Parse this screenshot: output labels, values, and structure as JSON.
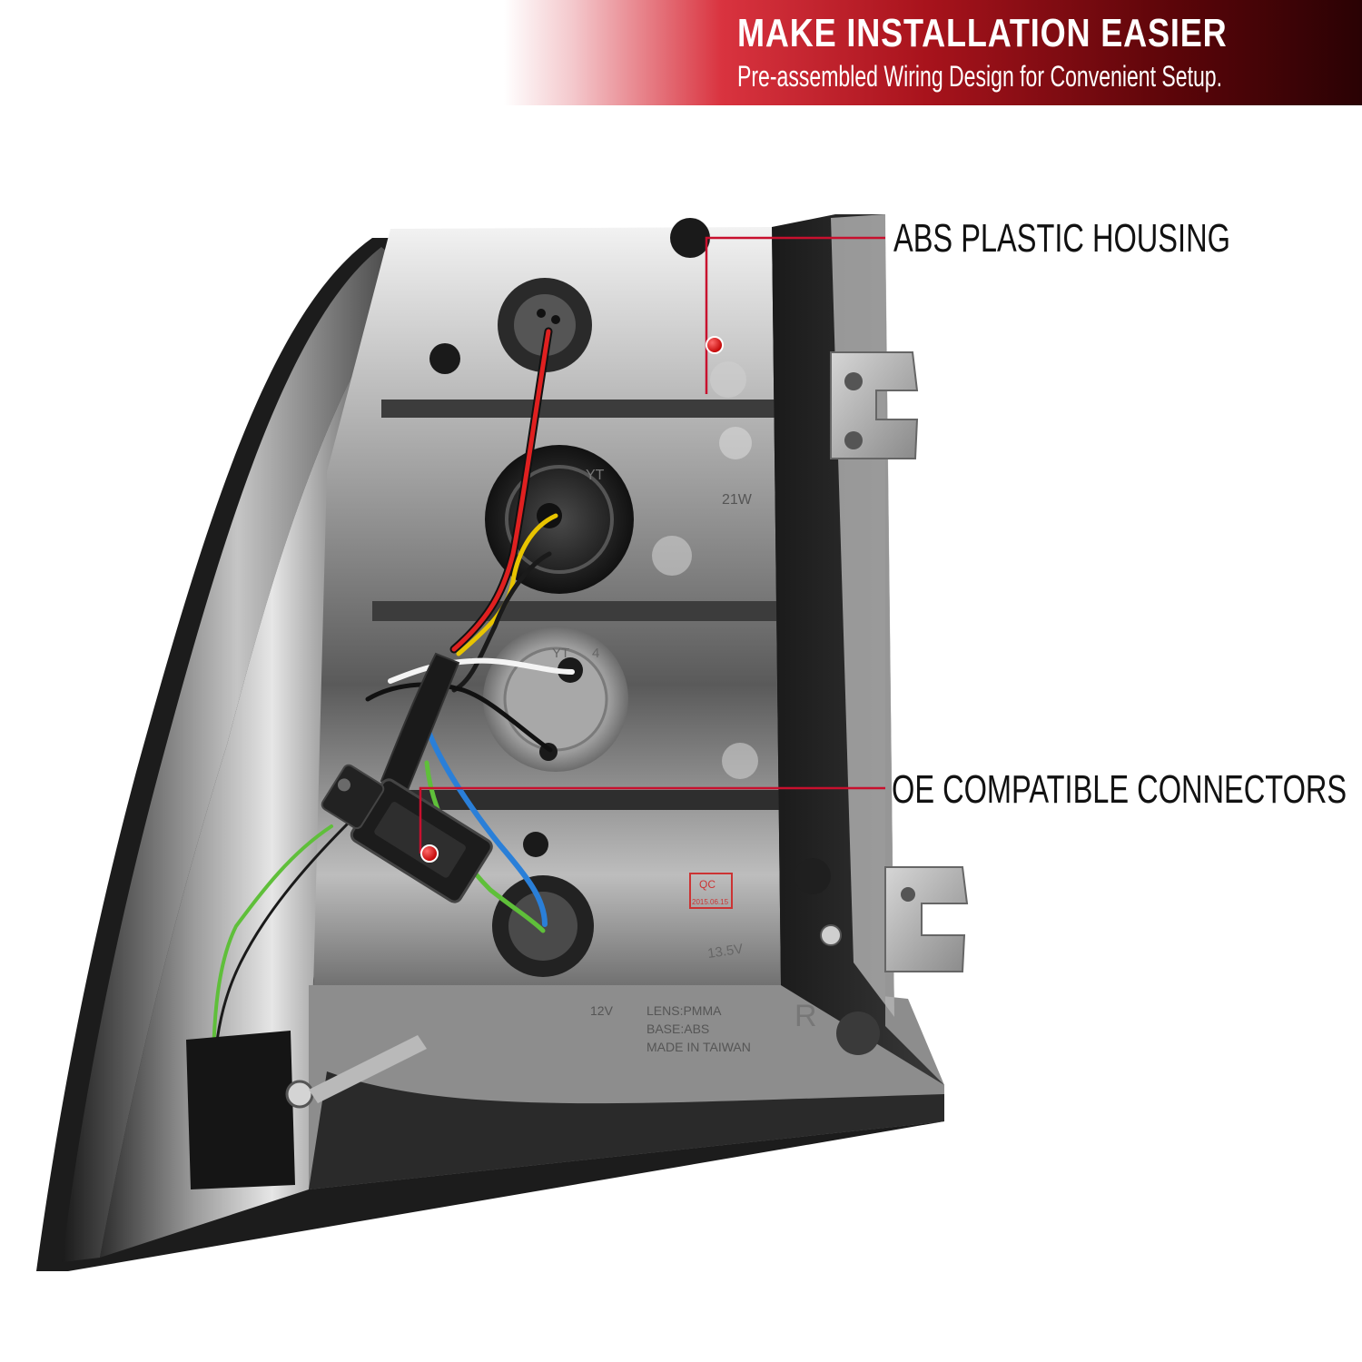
{
  "banner": {
    "title": "MAKE INSTALLATION EASIER",
    "subtitle": "Pre-assembled Wiring Design for Convenient Setup."
  },
  "callouts": [
    {
      "label": "ABS PLASTIC HOUSING"
    },
    {
      "label": "OE COMPATIBLE CONNECTORS"
    }
  ],
  "product": {
    "qc_label": "QC",
    "qc_date": "2015.06.15",
    "socket_marks": [
      "YT",
      "4"
    ],
    "wattage_mark": "21W",
    "rating_mark": "13.5V",
    "voltage_mark": "12V",
    "lens_text": "LENS:PMMA",
    "base_text": "BASE:ABS",
    "origin_text": "MADE IN TAIWAN",
    "side_mark": "R"
  },
  "colors": {
    "callout_line": "#c8102e",
    "callout_dot": "#e10600",
    "banner_dark": "#2a0204",
    "banner_red": "#a8131c"
  }
}
